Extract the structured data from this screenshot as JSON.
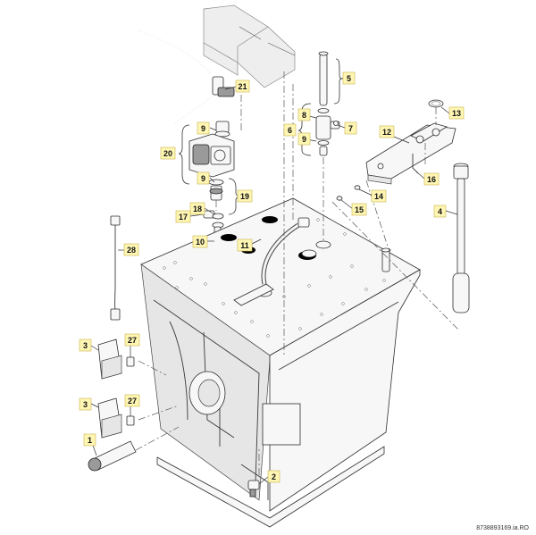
{
  "callouts": [
    {
      "id": "c21",
      "label": "21"
    },
    {
      "id": "c5",
      "label": "5"
    },
    {
      "id": "c8",
      "label": "8"
    },
    {
      "id": "c7",
      "label": "7"
    },
    {
      "id": "c6",
      "label": "6"
    },
    {
      "id": "c9a",
      "label": "9"
    },
    {
      "id": "c9b",
      "label": "9"
    },
    {
      "id": "c9c",
      "label": "9"
    },
    {
      "id": "c13",
      "label": "13"
    },
    {
      "id": "c12",
      "label": "12"
    },
    {
      "id": "c20",
      "label": "20"
    },
    {
      "id": "c9d",
      "label": "9"
    },
    {
      "id": "c19",
      "label": "19"
    },
    {
      "id": "c16",
      "label": "16"
    },
    {
      "id": "c14",
      "label": "14"
    },
    {
      "id": "c15",
      "label": "15"
    },
    {
      "id": "c18",
      "label": "18"
    },
    {
      "id": "c17",
      "label": "17"
    },
    {
      "id": "c4",
      "label": "4"
    },
    {
      "id": "c10",
      "label": "10"
    },
    {
      "id": "c11",
      "label": "11"
    },
    {
      "id": "c28",
      "label": "28"
    },
    {
      "id": "c3a",
      "label": "3"
    },
    {
      "id": "c27a",
      "label": "27"
    },
    {
      "id": "c3b",
      "label": "3"
    },
    {
      "id": "c27b",
      "label": "27"
    },
    {
      "id": "c1",
      "label": "1"
    },
    {
      "id": "c2",
      "label": "2"
    }
  ],
  "document_id": "8738893169.ia.RO"
}
